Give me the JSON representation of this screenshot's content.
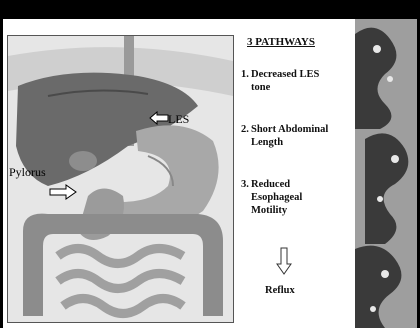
{
  "slide": {
    "heading": "3 PATHWAYS",
    "pathways": [
      {
        "number": "1.",
        "line1": "Decreased LES",
        "line2": "tone"
      },
      {
        "number": "2.",
        "line1": "Short Abdominal",
        "line2": "Length"
      },
      {
        "number": "3.",
        "line1": "Reduced",
        "line2": "Esophageal",
        "line3": "Motility"
      }
    ],
    "result": "Reflux"
  },
  "figure": {
    "label_les": "LES",
    "label_pylorus": "Pylorus"
  },
  "icons": {
    "les_arrow": "left-arrow-icon",
    "pylorus_arrow": "right-arrow-icon",
    "result_arrow": "down-arrow-icon"
  },
  "colors": {
    "background": "#000000",
    "panel": "#ffffff",
    "text": "#111111"
  }
}
